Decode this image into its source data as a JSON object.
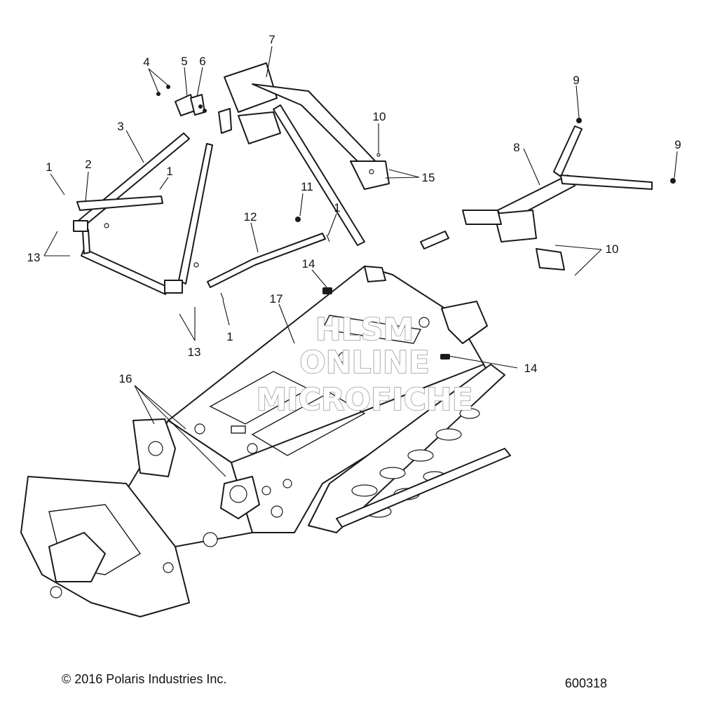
{
  "diagram": {
    "callouts": [
      {
        "id": "1a",
        "text": "1"
      },
      {
        "id": "2",
        "text": "2"
      },
      {
        "id": "3",
        "text": "3"
      },
      {
        "id": "4",
        "text": "4"
      },
      {
        "id": "5",
        "text": "5"
      },
      {
        "id": "6",
        "text": "6"
      },
      {
        "id": "7",
        "text": "7"
      },
      {
        "id": "1b",
        "text": "1"
      },
      {
        "id": "13a",
        "text": "13"
      },
      {
        "id": "12",
        "text": "12"
      },
      {
        "id": "11",
        "text": "11"
      },
      {
        "id": "1c",
        "text": "1"
      },
      {
        "id": "1d",
        "text": "1"
      },
      {
        "id": "13b",
        "text": "13"
      },
      {
        "id": "10a",
        "text": "10"
      },
      {
        "id": "15",
        "text": "15"
      },
      {
        "id": "9a",
        "text": "9"
      },
      {
        "id": "8",
        "text": "8"
      },
      {
        "id": "9b",
        "text": "9"
      },
      {
        "id": "10b",
        "text": "10"
      },
      {
        "id": "14a",
        "text": "14"
      },
      {
        "id": "17",
        "text": "17"
      },
      {
        "id": "14b",
        "text": "14"
      },
      {
        "id": "16",
        "text": "16"
      }
    ],
    "watermark": [
      "HLSM",
      "ONLINE",
      "MICROFICHE"
    ],
    "copyright": "© 2016 Polaris Industries Inc.",
    "figure_number": "600318"
  }
}
